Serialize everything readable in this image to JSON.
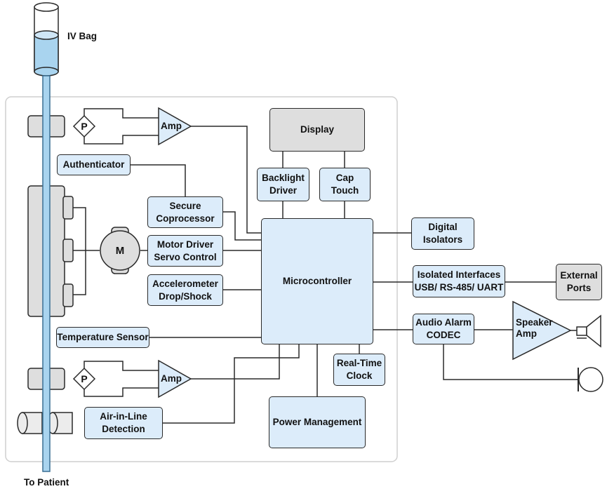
{
  "labels": {
    "iv_bag": "IV Bag",
    "to_patient": "To Patient",
    "display": "Display",
    "backlight_driver": "Backlight\nDriver",
    "cap_touch": "Cap\nTouch",
    "authenticator": "Authenticator",
    "secure_coprocessor": "Secure\nCoprocessor",
    "motor_driver": "Motor Driver\nServo Control",
    "accelerometer": "Accelerometer\nDrop/Shock",
    "temperature_sensor": "Temperature Sensor",
    "microcontroller": "Microcontroller",
    "digital_isolators": "Digital\nIsolators",
    "isolated_interfaces": "Isolated Interfaces\nUSB/ RS-485/ UART",
    "external_ports": "External\nPorts",
    "audio_alarm": "Audio Alarm\nCODEC",
    "speaker_amp": "Speaker\nAmp",
    "real_time_clock": "Real-Time\nClock",
    "power_management": "Power Management",
    "air_in_line": "Air-in-Line\nDetection",
    "amp_top": "Amp",
    "amp_bottom": "Amp",
    "pressure_top": "P",
    "pressure_bottom": "P",
    "motor": "M"
  },
  "colors": {
    "block_fill": "#dcecfa",
    "grey_fill": "#dedede",
    "line": "#2a2a2a",
    "tube_fill": "#a9d4ef",
    "tube_stroke": "#3a6f93"
  }
}
